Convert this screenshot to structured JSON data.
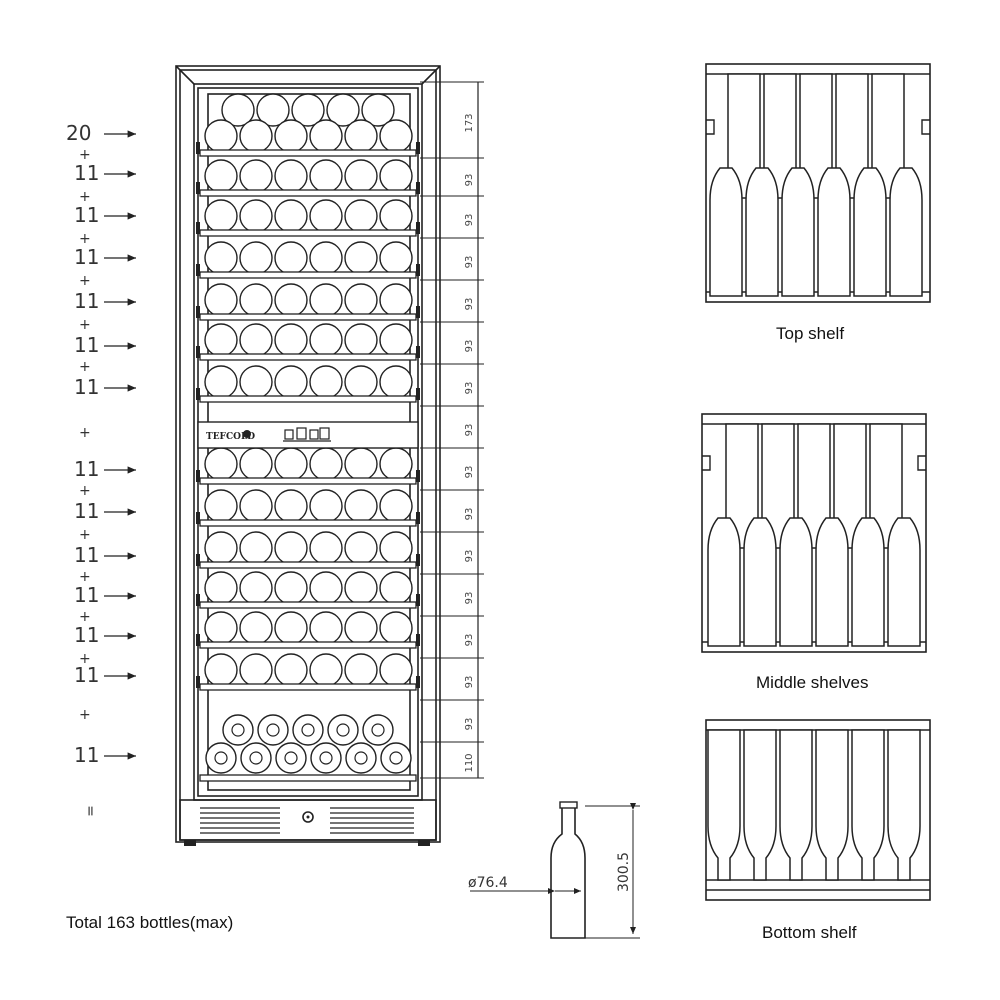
{
  "counts": [
    "20",
    "11",
    "11",
    "11",
    "11",
    "11",
    "11",
    "11",
    "11",
    "11",
    "11",
    "11",
    "11",
    "11"
  ],
  "plus_sign": "+",
  "equals_sign": "=",
  "dims": {
    "top": "173",
    "shelf": "93",
    "bottom": "110",
    "bottle_diameter": "ø76.4",
    "bottle_height": "300.5"
  },
  "captions": {
    "top_shelf": "Top shelf",
    "middle_shelves": "Middle shelves",
    "bottom_shelf": "Bottom shelf",
    "total": "Total 163 bottles(max)"
  },
  "brand": "TEFCOLD",
  "colors": {
    "line": "#222222",
    "background": "#ffffff"
  }
}
